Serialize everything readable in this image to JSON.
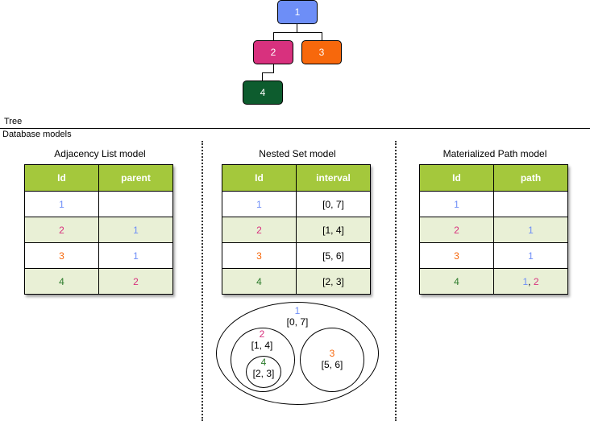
{
  "tree": {
    "nodes": [
      {
        "label": "1",
        "color": "#6d8ef7"
      },
      {
        "label": "2",
        "color": "#d8317e"
      },
      {
        "label": "3",
        "color": "#f7680c"
      },
      {
        "label": "4",
        "color": "#0d5c2e"
      }
    ],
    "label": "Tree"
  },
  "section_label": "Database models",
  "colors": {
    "1": "#6d8ef7",
    "2": "#d8317e",
    "3": "#f7680c",
    "4": "#2a7a2a",
    "header": "#a4c83c"
  },
  "adjacency": {
    "title": "Adjacency List model",
    "headers": [
      "Id",
      "parent"
    ],
    "rows": [
      [
        "1",
        ""
      ],
      [
        "2",
        "1"
      ],
      [
        "3",
        "1"
      ],
      [
        "4",
        "2"
      ]
    ]
  },
  "nested": {
    "title": "Nested Set model",
    "headers": [
      "Id",
      "interval"
    ],
    "rows": [
      [
        "1",
        "[0, 7]"
      ],
      [
        "2",
        "[1, 4]"
      ],
      [
        "3",
        "[5, 6]"
      ],
      [
        "4",
        "[2, 3]"
      ]
    ]
  },
  "materialized": {
    "title": "Materialized Path model",
    "headers": [
      "Id",
      "path"
    ],
    "rows": [
      [
        "1",
        ""
      ],
      [
        "2",
        "1"
      ],
      [
        "3",
        "1"
      ],
      [
        "4",
        "1, 2"
      ]
    ]
  },
  "venn": [
    {
      "id": "1",
      "interval": "[0, 7]"
    },
    {
      "id": "2",
      "interval": "[1, 4]"
    },
    {
      "id": "4",
      "interval": "[2, 3]"
    },
    {
      "id": "3",
      "interval": "[5, 6]"
    }
  ]
}
